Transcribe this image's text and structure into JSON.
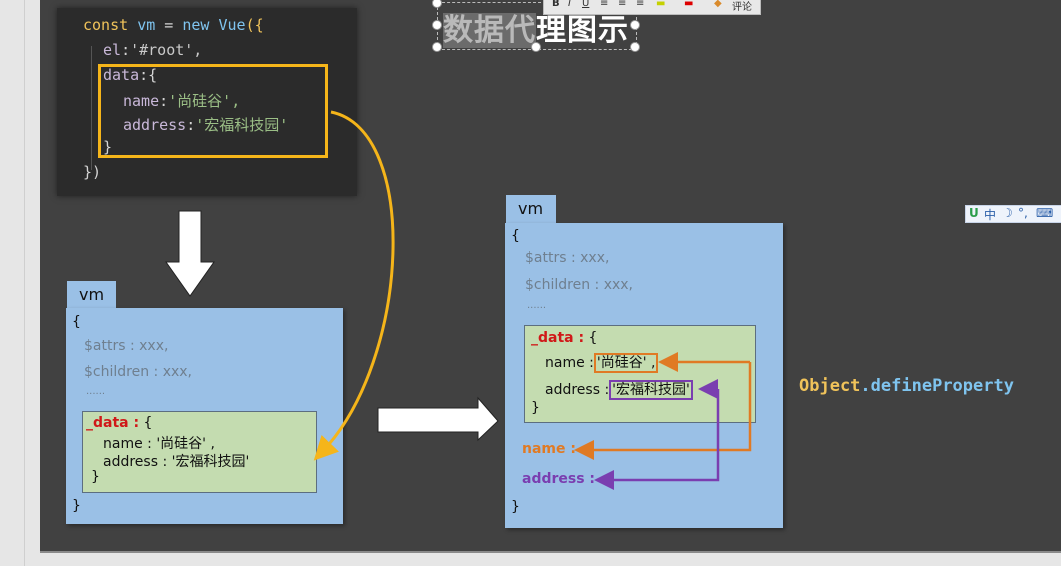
{
  "slide": {
    "title": {
      "selected_part": "数据代",
      "rest": "理图示"
    },
    "toolbar": {
      "comment_label": "评论"
    },
    "code": {
      "line1": {
        "kw": "const",
        "var": "vm",
        "op": "=",
        "new": "new",
        "cls": "Vue",
        "open": "({"
      },
      "line2": {
        "key": "el",
        "value": "'#root',"
      },
      "line3": {
        "key": "data",
        "open": ":{"
      },
      "line4": {
        "key": "name",
        "value": "'尚硅谷',"
      },
      "line5": {
        "key": "address",
        "value": "'宏福科技园'"
      },
      "line6": "}",
      "line7": "})"
    },
    "vm_left": {
      "tab": "vm",
      "open": "{",
      "attrs": "$attrs : xxx,",
      "children": "$children : xxx,",
      "ellipsis": "......",
      "data_key": "_data :",
      "data_open": "{",
      "name_line": "name : '尚硅谷' ,",
      "address_line": "address : '宏福科技园'",
      "data_close": "}",
      "close": "}"
    },
    "vm_right": {
      "tab": "vm",
      "open": "{",
      "attrs": "$attrs : xxx,",
      "children": "$children : xxx,",
      "ellipsis": "......",
      "data_key": "_data :",
      "data_open": "{",
      "name_key": "name :",
      "name_value": "'尚硅谷' ,",
      "address_key": "address :",
      "address_value": "'宏福科技园'",
      "data_close": "}",
      "proxy_name": "name :",
      "proxy_address": "address :",
      "close": "}"
    },
    "define_property": {
      "object": "Object",
      "dot": ".",
      "method": "defineProperty"
    },
    "ime": {
      "mode": "中",
      "moon": "☽",
      "punct": "°,",
      "keyboard": "⌨"
    },
    "colors": {
      "orange": "#e07a24",
      "purple": "#7a3eb0",
      "yellow": "#f5b51a",
      "vm_blue": "#9ac0e6",
      "data_green": "#c4dcb0"
    }
  }
}
